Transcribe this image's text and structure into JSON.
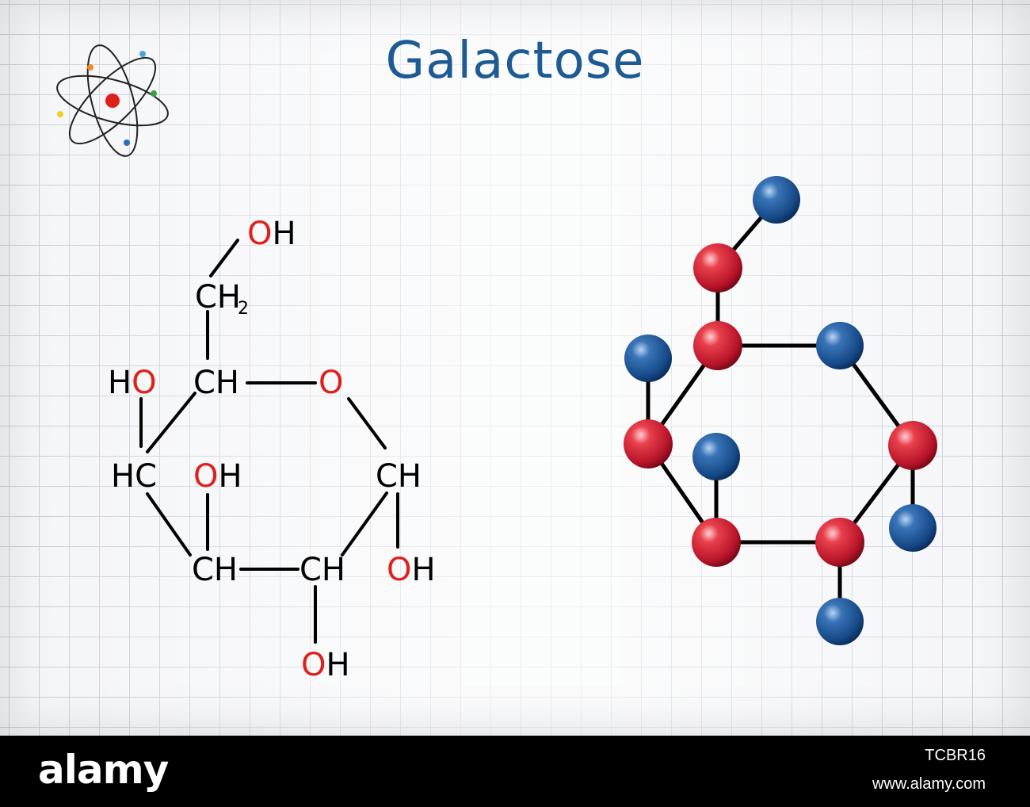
{
  "title": "Galactose",
  "atom_icon": "atom-icon",
  "colors": {
    "title": "#1e5a94",
    "oxygen_label": "#e0201c",
    "carbon_label": "#000000",
    "red_atom": "#c8182c",
    "blue_atom": "#1c5290",
    "footer_bg": "#000000"
  },
  "formula": {
    "labels": {
      "oh_top": [
        "O",
        "H"
      ],
      "ch2": [
        "CH",
        "2"
      ],
      "ho_left": [
        "H",
        "O"
      ],
      "ch_upper": "CH",
      "ring_o": "O",
      "hc_left": "HC",
      "oh_mid": [
        "O",
        "H"
      ],
      "ch_right": "CH",
      "ch_lower_left": "CH",
      "ch_lower_mid": "CH",
      "oh_right": [
        "O",
        "H"
      ],
      "oh_bottom": [
        "O",
        "H"
      ]
    }
  },
  "footer": {
    "brand": "alamy",
    "image_id": "TCBR16",
    "site": "www.alamy.com"
  }
}
